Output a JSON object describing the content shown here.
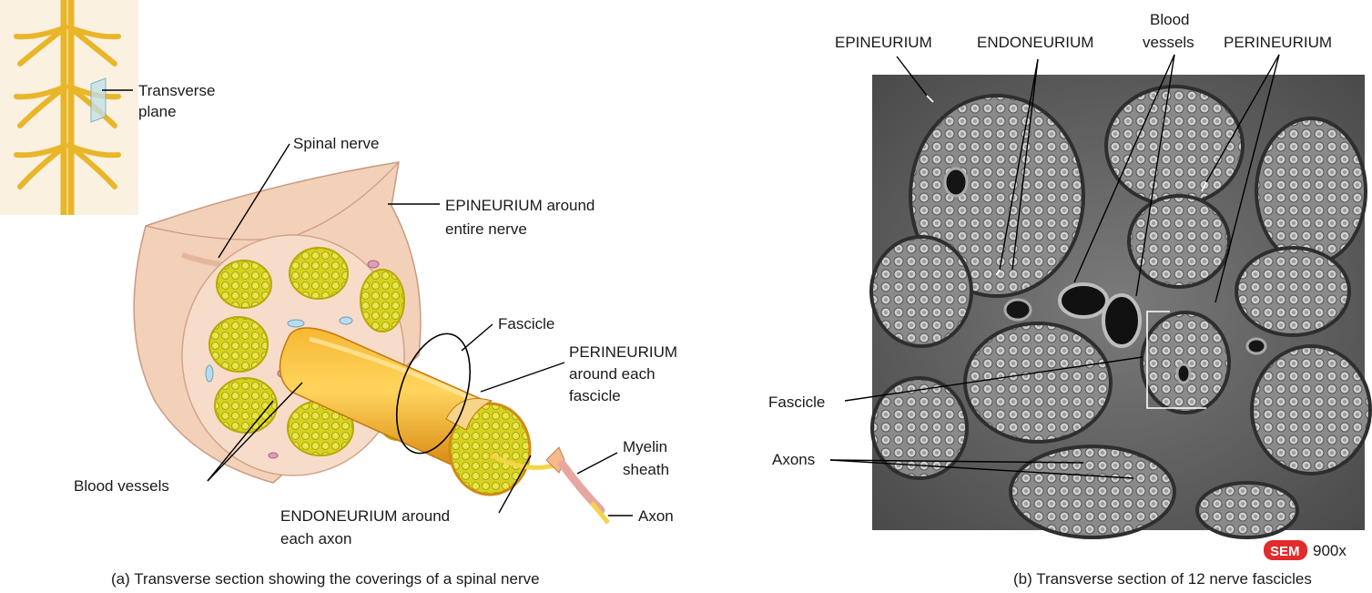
{
  "panel_a": {
    "labels": {
      "transverse_plane_1": "Transverse",
      "transverse_plane_2": "plane",
      "spinal_nerve": "Spinal nerve",
      "epineurium_1": "EPINEURIUM around",
      "epineurium_2": "entire nerve",
      "fascicle": "Fascicle",
      "perineurium_1": "PERINEURIUM",
      "perineurium_2": "around each",
      "perineurium_3": "fascicle",
      "myelin_1": "Myelin",
      "myelin_2": "sheath",
      "blood_vessels": "Blood vessels",
      "endoneurium_1": "ENDONEURIUM around",
      "endoneurium_2": "each axon",
      "axon": "Axon"
    },
    "caption": "(a) Transverse section showing the coverings of a spinal nerve"
  },
  "panel_b": {
    "labels": {
      "epineurium": "EPINEURIUM",
      "endoneurium": "ENDONEURIUM",
      "blood_1": "Blood",
      "blood_2": "vessels",
      "perineurium": "PERINEURIUM",
      "fascicle": "Fascicle",
      "axons": "Axons"
    },
    "badge": "SEM",
    "magnification": "900x",
    "caption": "(b) Transverse section of 12 nerve fascicles"
  },
  "colors": {
    "nerve_yellow": "#f2c230",
    "fascicle_green": "#c8c81e",
    "epineurium_skin": "#f2d2bc",
    "sem_bg": "#6e6e6e",
    "sem_badge": "#e22b2b"
  }
}
